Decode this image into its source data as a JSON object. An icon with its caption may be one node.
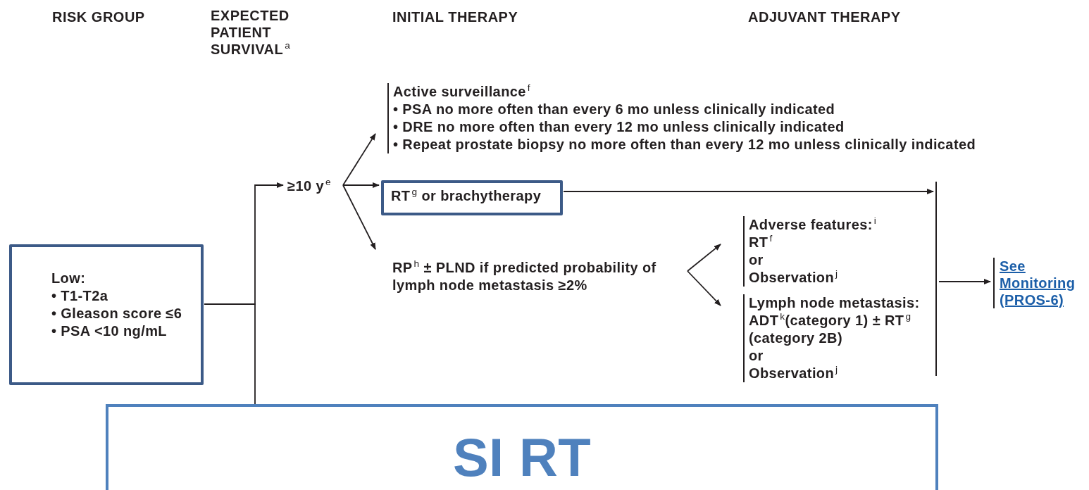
{
  "diagram": {
    "nodes": [
      {
        "text": [
          "Low:",
          "• T1-T2a",
          "• Gleason score ≤6",
          "• PSA <10 ng/mL"
        ]
      },
      {
        "text": [
          "≥10 y$^{e}$"
        ]
      },
      {
        "text": [
          "Active surveillance$^{f}$",
          "• PSA no more often than every 6 mo unless clinically indicated",
          "• DRE no more often than every 12 mo unless clinically indicated",
          "• Repeat prostate biopsy no more often than every 12 mo unless clinically indicated"
        ]
      },
      {
        "text": [
          "RT$^{g}$ or brachytherapy"
        ]
      },
      {
        "text": [
          "RP$^{h}$ ± PLND if predicted probability of lymph node metastasis ≥2%"
        ]
      },
      {
        "text": [
          "Adverse features:$^{i}$",
          "RT$^{f}$",
          "or",
          "Observation$^{j}$"
        ]
      },
      {
        "text": [
          "Lymph node metastasis:",
          "ADT$^{k}$(category 1) ± RT$^{g}$ (category 2B)",
          "or",
          "Observation$^{j}$"
        ]
      },
      {
        "text": [],
        "shape": "bar"
      },
      {
        "text": [
          "See Monitoring (PROS-6)"
        ]
      },
      {
        "text": [
          "SI RT"
        ]
      }
    ],
    "edges": [
      {
        "from": 0,
        "to": 1,
        "arrow": "to"
      },
      {
        "from": 0,
        "to": 9,
        "arrow": "none"
      },
      {
        "from": 1,
        "to": 2,
        "arrow": "to"
      },
      {
        "from": 1,
        "to": 3,
        "arrow": "to"
      },
      {
        "from": 1,
        "to": 4,
        "arrow": "to"
      },
      {
        "from": 3,
        "to": 7,
        "arrow": "to"
      },
      {
        "from": 4,
        "to": 5,
        "arrow": "to"
      },
      {
        "from": 4,
        "to": 6,
        "arrow": "to"
      },
      {
        "from": 7,
        "to": 8,
        "arrow": "to"
      }
    ],
    "labels": [
      "RISK GROUP",
      "EXPECTED PATIENT SURVIVAL$^{a}$",
      "INITIAL THERAPY",
      "ADJUVANT THERAPY"
    ]
  }
}
